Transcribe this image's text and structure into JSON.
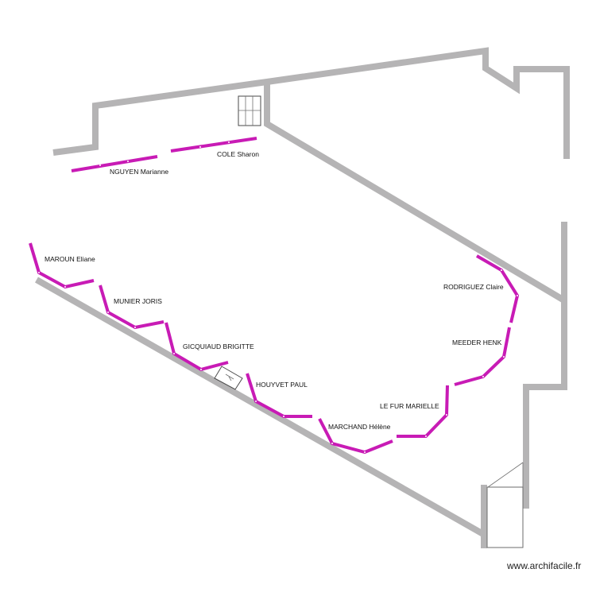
{
  "colors": {
    "wall": "#b5b4b5",
    "wall_segment_highlight": "#c81bb5",
    "background": "#ffffff",
    "text": "#111111"
  },
  "labels": {
    "nguyen": "NGUYEN Marianne",
    "cole": "COLE Sharon",
    "maroun": "MAROUN Eliane",
    "munier": "MUNIER JORIS",
    "gicquiaud": "GICQUIAUD BRIGITTE",
    "houyvet": "HOUYVET PAUL",
    "marchand": "MARCHAND Hélène",
    "lefur": "LE FUR MARIELLE",
    "meeder": "MEEDER HENK",
    "rodriguez": "RODRIGUEZ Claire"
  },
  "watermark": "www.archifacile.fr"
}
